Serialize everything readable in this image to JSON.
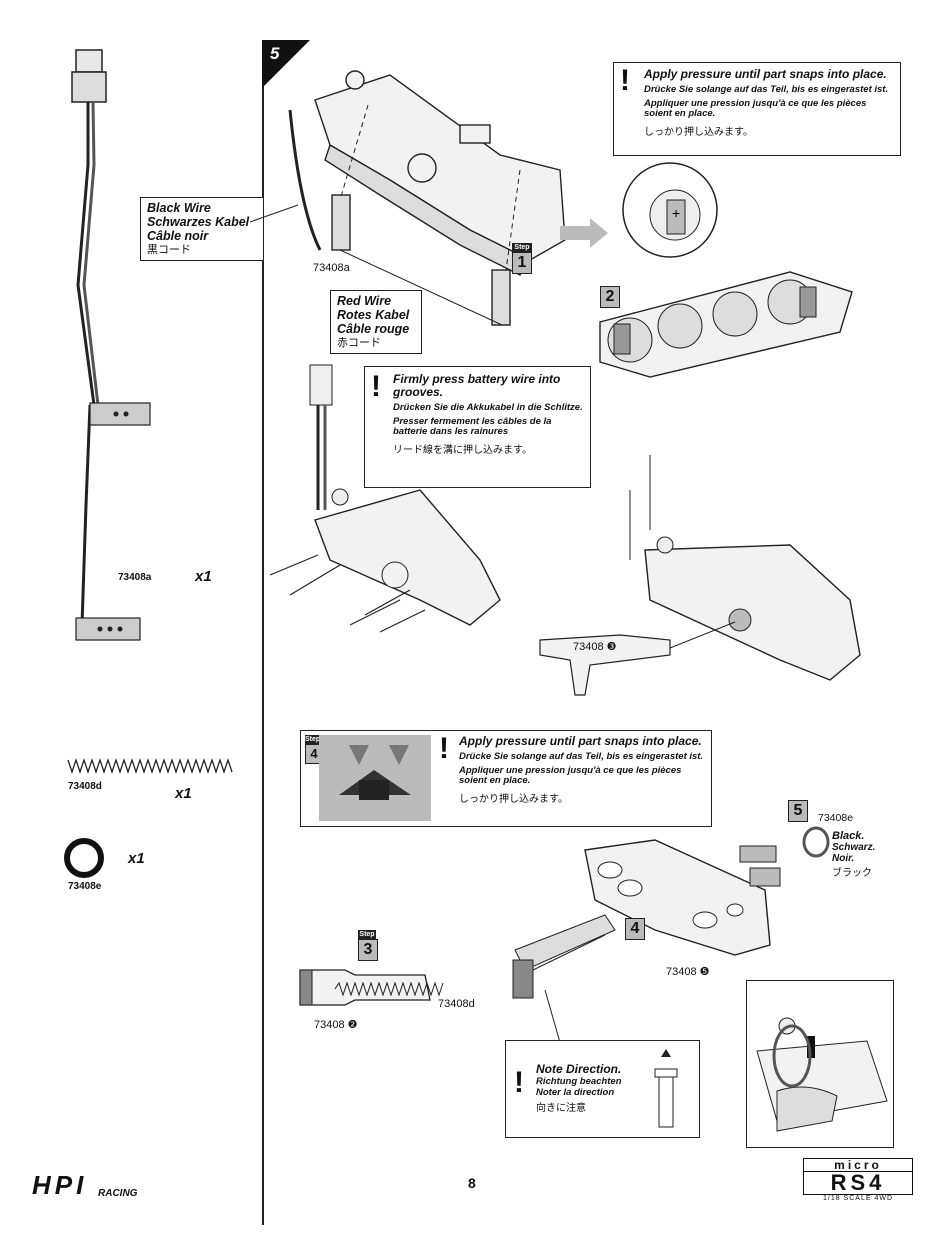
{
  "step_number": "5",
  "page_number": "8",
  "parts": {
    "wire": {
      "part_no": "73408a",
      "qty": "x1"
    },
    "spring": {
      "part_no": "73408d",
      "qty": "x1"
    },
    "oring": {
      "part_no": "73408e",
      "qty": "x1"
    }
  },
  "black_wire_label": {
    "en": "Black Wire",
    "de": "Schwarzes Kabel",
    "fr": "Câble noir",
    "jp": "黒コード"
  },
  "red_wire_label": {
    "en": "Red Wire",
    "de": "Rotes Kabel",
    "fr": "Câble rouge",
    "jp": "赤コード"
  },
  "callout_snap": {
    "en": "Apply pressure until part snaps into place.",
    "de": "Drücke Sie solange auf das Teil, bis es eingerastet ist.",
    "fr": "Appliquer une pression jusqu'à ce que les pièces soient en place.",
    "jp": "しっかり押し込みます。"
  },
  "callout_grooves": {
    "en": "Firmly press battery wire into grooves.",
    "de": "Drücken Sie die Akkukabel in die Schlitze.",
    "fr": "Presser fermement les câbles de la batterie dans les rainures",
    "jp": "リード線を溝に押し込みます。"
  },
  "callout_snap2": {
    "en": "Apply pressure until part snaps into place.",
    "de": "Drücke Sie solange auf das Teil, bis es eingerastet ist.",
    "fr": "Appliquer une pression jusqu'à ce que les pièces soient en place.",
    "jp": "しっかり押し込みます。"
  },
  "callout_direction": {
    "en": "Note Direction.",
    "de": "Richtung beachten",
    "fr": "Noter la direction",
    "jp": "向きに注意"
  },
  "black_oring_label": {
    "en": "Black.",
    "de": "Schwarz.",
    "fr": "Noir.",
    "jp": "ブラック"
  },
  "step_tag": "Step",
  "substeps": {
    "s1": "1",
    "s2": "2",
    "s3": "3",
    "s4a": "4",
    "s4b": "4",
    "s5": "5"
  },
  "part_ids": {
    "p73408a": "73408a",
    "p73408_3": "73408 ❸",
    "p73408_2": "73408 ❷",
    "p73408d": "73408d",
    "p73408_5": "73408 ❺",
    "p73408e": "73408e"
  },
  "logo_left": {
    "brand": "HPI",
    "sub": "RACING"
  },
  "logo_right": {
    "line1": "micro",
    "line2": "RS4",
    "line3": "1/18 SCALE 4WD"
  }
}
